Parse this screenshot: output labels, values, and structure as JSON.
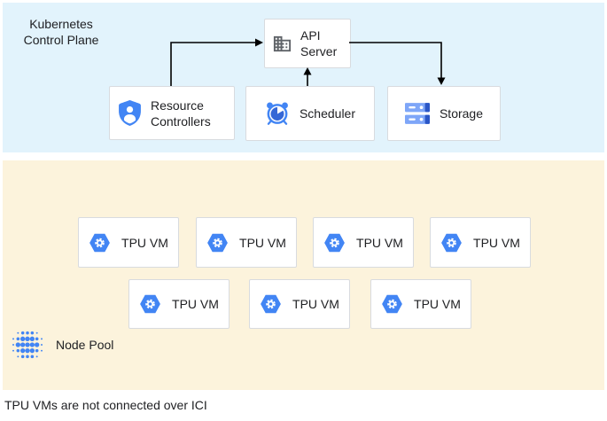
{
  "control_plane": {
    "label": "Kubernetes Control Plane",
    "api_server": {
      "label": "API Server",
      "icon": "building-icon"
    },
    "components": [
      {
        "label": "Resource Controllers",
        "icon": "shield-user-icon"
      },
      {
        "label": "Scheduler",
        "icon": "alarm-clock-icon"
      },
      {
        "label": "Storage",
        "icon": "storage-disks-icon"
      }
    ]
  },
  "node_pool": {
    "label": "Node Pool",
    "icon": "dot-grid-icon",
    "vm_icon": "hexagon-gear-icon",
    "vms": [
      {
        "label": "TPU VM"
      },
      {
        "label": "TPU VM"
      },
      {
        "label": "TPU VM"
      },
      {
        "label": "TPU VM"
      },
      {
        "label": "TPU VM"
      },
      {
        "label": "TPU VM"
      },
      {
        "label": "TPU VM"
      }
    ]
  },
  "caption": "TPU VMs are not connected over ICI",
  "colors": {
    "control_plane_bg": "#E2F3FC",
    "node_pool_bg": "#FCF3DC",
    "box_border": "#D8DBDF",
    "accent_blue": "#4285F4",
    "pie_blue": "#3567D6",
    "dark_blue": "#2A56C6",
    "light_blue": "#7EA6F8",
    "icon_gray": "#5F6368",
    "arrow": "#000000",
    "text": "#202124"
  }
}
